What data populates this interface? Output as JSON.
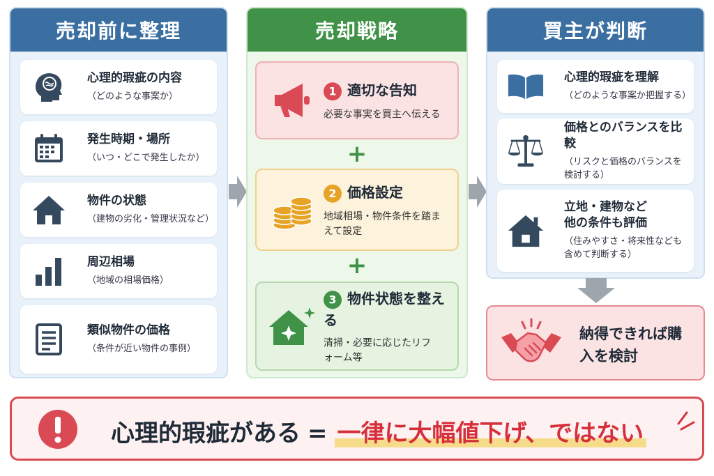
{
  "columns": [
    {
      "title": "売却前に整理",
      "items": [
        {
          "title": "心理的瑕疵の内容",
          "sub": "（どのような事案か）",
          "icon": "head-brain-icon"
        },
        {
          "title": "発生時期・場所",
          "sub": "（いつ・どこで発生したか）",
          "icon": "calendar-icon"
        },
        {
          "title": "物件の状態",
          "sub": "（建物の劣化・管理状況など）",
          "icon": "house-icon"
        },
        {
          "title": "周辺相場",
          "sub": "（地域の相場価格）",
          "icon": "bar-chart-icon"
        },
        {
          "title": "類似物件の価格",
          "sub": "（条件が近い物件の事例）",
          "icon": "document-icon"
        }
      ]
    },
    {
      "title": "売却戦略",
      "steps": [
        {
          "num": "1",
          "title": "適切な告知",
          "desc": "必要な事実を買主へ伝える",
          "icon": "megaphone-icon"
        },
        {
          "num": "2",
          "title": "価格設定",
          "desc": "地域相場・物件条件を踏まえて設定",
          "icon": "coins-icon"
        },
        {
          "num": "3",
          "title": "物件状態を整える",
          "desc": "清掃・必要に応じたリフォーム等",
          "icon": "sparkle-house-icon"
        }
      ],
      "plus": "+"
    },
    {
      "title": "買主が判断",
      "items": [
        {
          "title": "心理的瑕疵を理解",
          "sub": "（どのような事案か把握する）",
          "icon": "book-icon"
        },
        {
          "title": "価格とのバランスを比較",
          "sub": "（リスクと価格のバランスを検討する）",
          "icon": "scale-icon"
        },
        {
          "title": "立地・建物など他の条件も評価",
          "sub": "（住みやすさ・将来性なども含めて判断する）",
          "icon": "house-icon"
        }
      ]
    }
  ],
  "decision": {
    "text": "納得できれば購入を検討",
    "icon": "handshake-icon"
  },
  "banner": {
    "left": "心理的瑕疵がある",
    "eq": "=",
    "right": "一律に大幅値下げ、ではない",
    "icon": "exclamation-icon"
  },
  "colors": {
    "blue": "#3b6fa2",
    "green": "#3f9248",
    "red": "#d94a55",
    "yellow": "#e6a325",
    "dark": "#34495e"
  }
}
